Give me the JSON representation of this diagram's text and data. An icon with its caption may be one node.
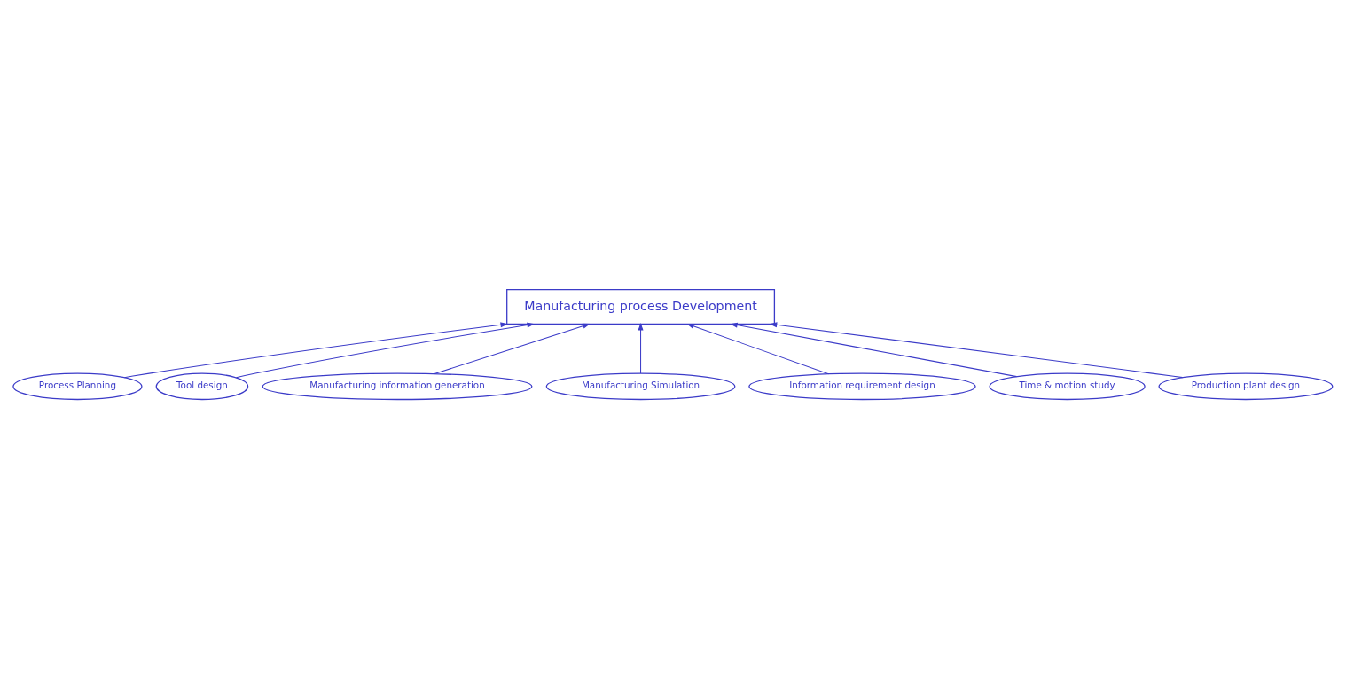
{
  "diagram": {
    "nodes": [
      {
        "text": [
          "Manufacturing process Development"
        ]
      },
      {
        "text": [
          "Process Planning"
        ]
      },
      {
        "text": [
          "Tool design"
        ]
      },
      {
        "text": [
          "Manufacturing information generation"
        ]
      },
      {
        "text": [
          "Manufacturing Simulation"
        ]
      },
      {
        "text": [
          "Information requirement design"
        ]
      },
      {
        "text": [
          "Time & motion study"
        ]
      },
      {
        "text": [
          "Production plant design"
        ]
      }
    ],
    "edges": [
      {
        "from": 1,
        "to": 0,
        "arrow": "to"
      },
      {
        "from": 2,
        "to": 0,
        "arrow": "to"
      },
      {
        "from": 3,
        "to": 0,
        "arrow": "to"
      },
      {
        "from": 4,
        "to": 0,
        "arrow": "to"
      },
      {
        "from": 5,
        "to": 0,
        "arrow": "to"
      },
      {
        "from": 6,
        "to": 0,
        "arrow": "to"
      },
      {
        "from": 7,
        "to": 0,
        "arrow": "to"
      }
    ]
  }
}
